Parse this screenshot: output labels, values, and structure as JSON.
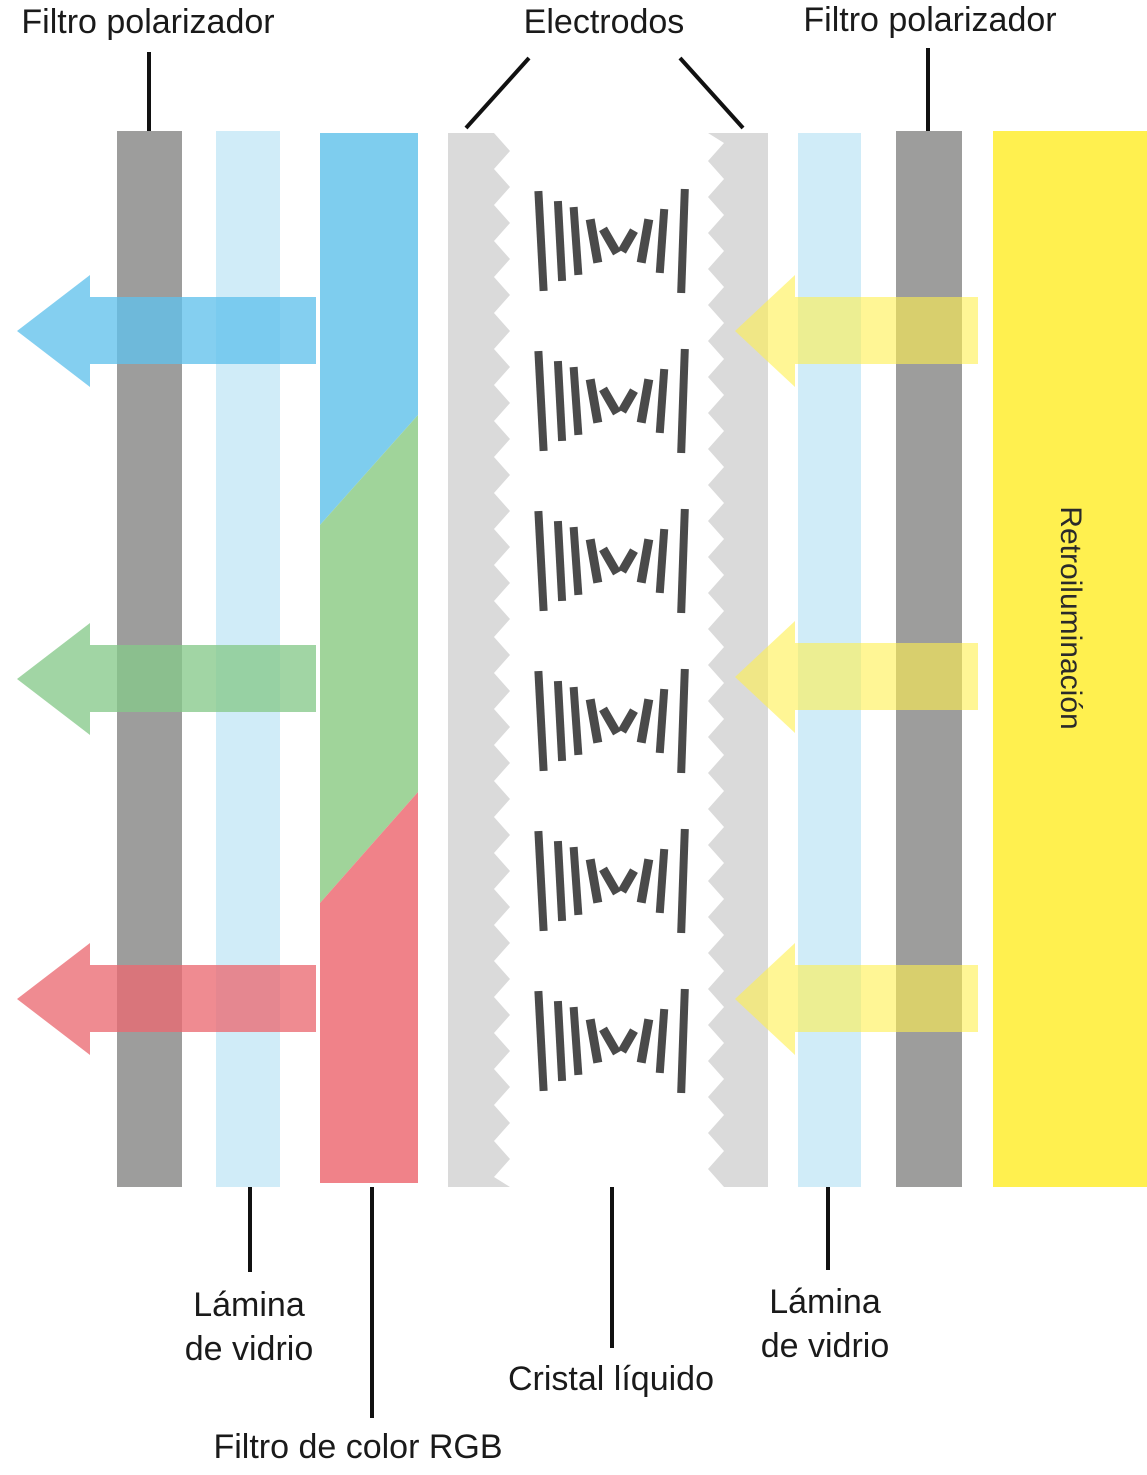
{
  "labels": {
    "polarizer_left": "Filtro polarizador",
    "electrodes": "Electrodos",
    "polarizer_right": "Filtro polarizador",
    "glass_left_line1": "Lámina",
    "glass_left_line2": "de vidrio",
    "rgb_filter": "Filtro de color RGB",
    "liquid_crystal": "Cristal líquido",
    "glass_right_line1": "Lámina",
    "glass_right_line2": "de vidrio",
    "backlight": "Retroiluminación"
  },
  "colors": {
    "polarizer": "#9d9d9c",
    "glass": "#d0ecf8",
    "electrode": "#dadada",
    "crystal": "#4a4a4a",
    "blue": "#7ecdee",
    "green": "#a0d49a",
    "red": "#f08289",
    "yellow": "#fff04f",
    "leader": "#111111"
  },
  "output_light": [
    "blue",
    "green",
    "red"
  ],
  "input_light": [
    "yellow",
    "yellow",
    "yellow"
  ],
  "crystal_cells": 6
}
